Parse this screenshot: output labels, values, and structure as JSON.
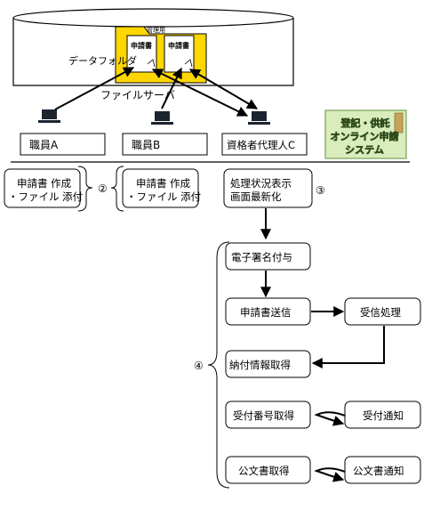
{
  "server": {
    "folder_label": "データフォルダ",
    "server_label": "ファイルサーバ",
    "admin_tab": "管理用",
    "doc_a": "申請書",
    "doc_b": "申請書"
  },
  "users": {
    "a": "職員A",
    "b": "職員B",
    "c": "資格者代理人C"
  },
  "system_logo": {
    "line1": "登記・供託",
    "line2": "オンライン申請",
    "line3": "システム"
  },
  "steps": {
    "create_a_line1": "申請書 作成",
    "create_a_line2": "・ファイル 添付",
    "create_b_line1": "申請書 作成",
    "create_b_line2": "・ファイル 添付",
    "marker_2": "②",
    "refresh_line1": "処理状況表示",
    "refresh_line2": "画面最新化",
    "marker_3": "③",
    "marker_4": "④",
    "sign": "電子署名付与",
    "send": "申請書送信",
    "receive": "受信処理",
    "payment": "納付情報取得",
    "receipt_no": "受付番号取得",
    "receipt_notice": "受付通知",
    "official_doc": "公文書取得",
    "official_notice": "公文書通知"
  },
  "colors": {
    "folder_fill": "#ffd700",
    "logo_fill": "#d8ecbc",
    "logo_border": "#7aa05a",
    "logo_text": "#ffffff",
    "logo_text_stroke": "#2e4a1a",
    "laptop": "#1c2430"
  }
}
